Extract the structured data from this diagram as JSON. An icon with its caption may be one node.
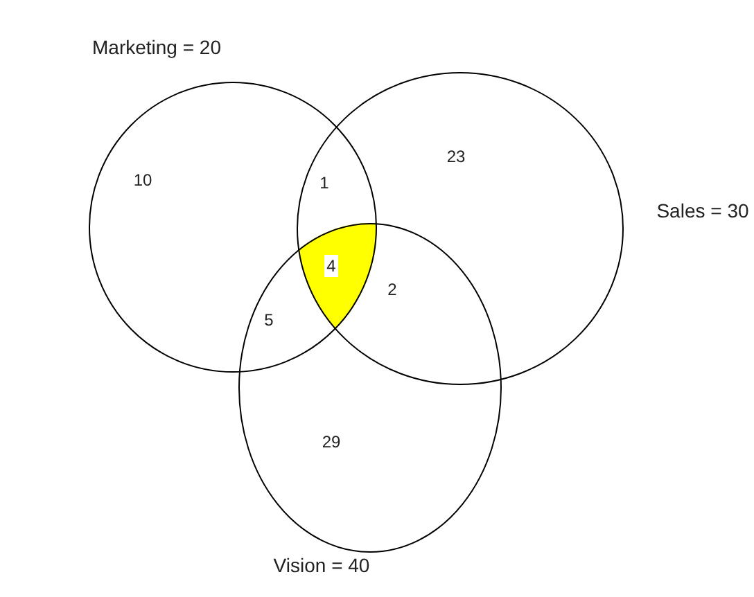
{
  "diagram": {
    "nodes": [
      {
        "text": [
          "Marketing = 20"
        ]
      },
      {
        "text": [
          "Sales = 30"
        ]
      },
      {
        "text": [
          "Vision = 40"
        ]
      }
    ],
    "labels": [
      "10",
      "1",
      "23",
      "4",
      "2",
      "5",
      "29"
    ]
  }
}
